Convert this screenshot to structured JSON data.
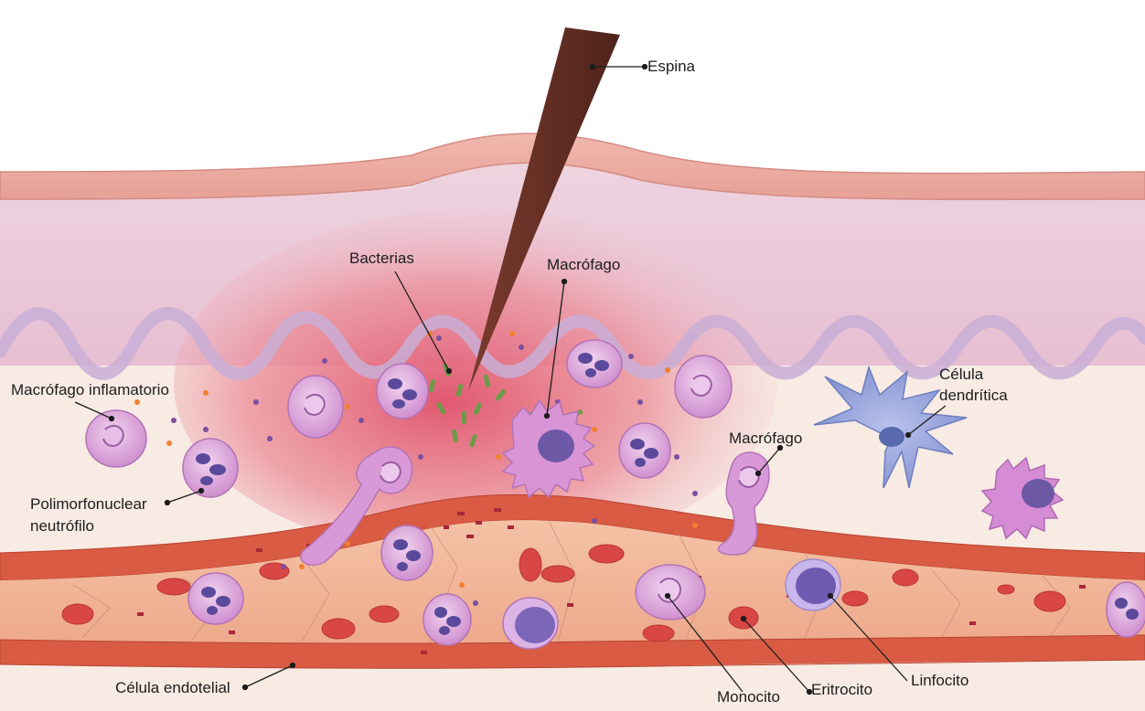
{
  "labels": {
    "espina": "Espina",
    "bacterias": "Bacterias",
    "macrofago_top": "Macrófago",
    "macrofago_inflamatorio": "Macrófago inflamatorio",
    "celula_dendritica_1": "Célula",
    "celula_dendritica_2": "dendrítica",
    "macrofago_right": "Macrófago",
    "polimorfonuclear_1": "Polimorfonuclear",
    "polimorfonuclear_2": "neutrófilo",
    "celula_endotelial": "Célula endotelial",
    "monocito": "Monocito",
    "eritrocito": "Eritrocito",
    "linfocito": "Linfocito"
  },
  "colors": {
    "skin_surface": "#e9a7a0",
    "dermis": "#eccbd9",
    "inflamed": "#e05a6e",
    "basement_membrane": "#cbb3d6",
    "tissue": "#f6e4dd",
    "vessel_wall": "#d9573f",
    "blood": "#f0b59a",
    "erythrocyte": "#d94a4a",
    "thorn": "#6b3328",
    "bacteria": "#6a9a4a",
    "leukocyte": "#d9a6d9",
    "nucleus": "#6b58a8",
    "dendritic_cell": "#8f9fd6"
  }
}
